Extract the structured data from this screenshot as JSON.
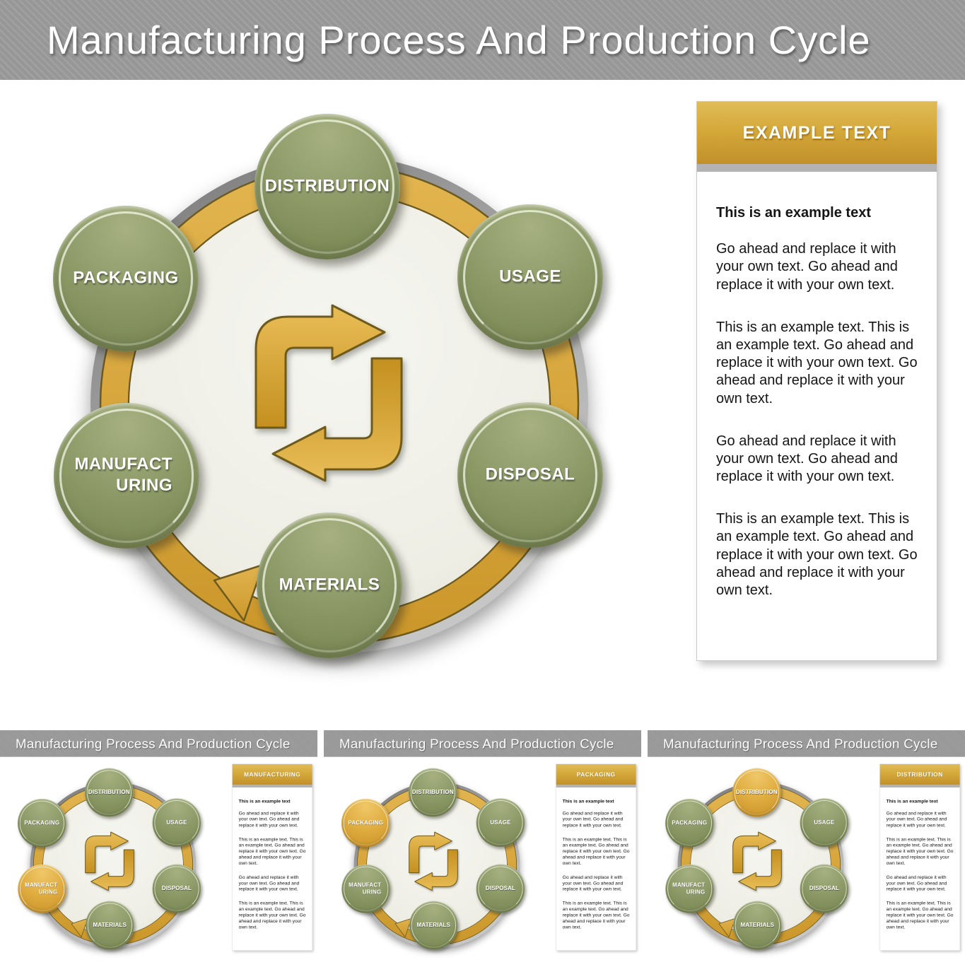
{
  "slides": [
    {
      "title": "Manufacturing Process And Production Cycle",
      "panel_title": "EXAMPLE TEXT",
      "highlight": ""
    },
    {
      "title": "Manufacturing Process And Production Cycle",
      "panel_title": "MANUFACTURING",
      "highlight": "manufacturing"
    },
    {
      "title": "Manufacturing Process And Production Cycle",
      "panel_title": "PACKAGING",
      "highlight": "packaging"
    },
    {
      "title": "Manufacturing Process And Production Cycle",
      "panel_title": "DISTRIBUTION",
      "highlight": "distribution"
    }
  ],
  "diagram": {
    "center_icon": "cycle-arrows-icon",
    "ring_icon": "circular-arrow-ring",
    "nodes": [
      {
        "id": "distribution",
        "label": "DISTRIBUTION"
      },
      {
        "id": "usage",
        "label": "USAGE"
      },
      {
        "id": "disposal",
        "label": "DISPOSAL"
      },
      {
        "id": "materials",
        "label": "MATERIALS"
      },
      {
        "id": "manufacturing",
        "label": "MANUFACT\nURING"
      },
      {
        "id": "packaging",
        "label": "PACKAGING"
      }
    ]
  },
  "panel": {
    "heading": "This is an example text",
    "paragraphs": [
      "Go ahead and replace it with your own text. Go ahead and replace it with your own text.",
      "This is an example text. This is an example text. Go ahead and replace it with your own text. Go ahead and replace it with your own text.",
      "Go ahead and replace it with your own text. Go ahead and replace it with your own text.",
      "This is an example text. This is an example text. Go ahead and replace it with your own text. Go ahead and replace it with your own text."
    ]
  },
  "colors": {
    "title_band_gray": "#9a9a9a",
    "node_olive": "#8d9a68",
    "node_highlight_gold": "#e0ad41",
    "ring_gold": "#d8ab3e",
    "ring_outline": "#6d5a20",
    "backing_ring_gray": "#9a9a9a",
    "panel_header_gold": "#d5a93a",
    "panel_divider_gray": "#b3b3b3",
    "plate_cream": "#efefe8"
  }
}
